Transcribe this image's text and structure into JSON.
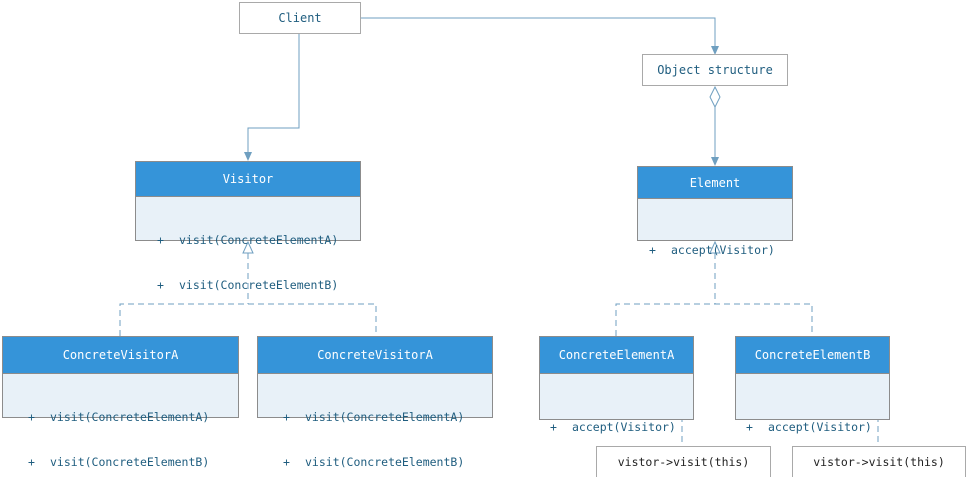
{
  "client": {
    "label": "Client"
  },
  "object_structure": {
    "label": "Object structure"
  },
  "visitor": {
    "name": "Visitor",
    "methods": [
      "visit(ConcreteElementA)",
      "visit(ConcreteElementB)"
    ]
  },
  "element": {
    "name": "Element",
    "methods": [
      "accept(Visitor)"
    ]
  },
  "concrete_visitor_1": {
    "name": "ConcreteVisitorA",
    "methods": [
      "visit(ConcreteElementA)",
      "visit(ConcreteElementB)"
    ]
  },
  "concrete_visitor_2": {
    "name": "ConcreteVisitorA",
    "methods": [
      "visit(ConcreteElementA)",
      "visit(ConcreteElementB)"
    ]
  },
  "concrete_element_a": {
    "name": "ConcreteElementA",
    "methods": [
      "accept(Visitor)"
    ]
  },
  "concrete_element_b": {
    "name": "ConcreteElementB",
    "methods": [
      "accept(Visitor)"
    ]
  },
  "note_a": {
    "text": "vistor->visit(this)"
  },
  "note_b": {
    "text": "vistor->visit(this)"
  },
  "method_prefix": "+",
  "colors": {
    "header": "#3594d9",
    "body": "#e8f1f8",
    "line": "#6f9fc0",
    "text": "#1f5d7f"
  }
}
